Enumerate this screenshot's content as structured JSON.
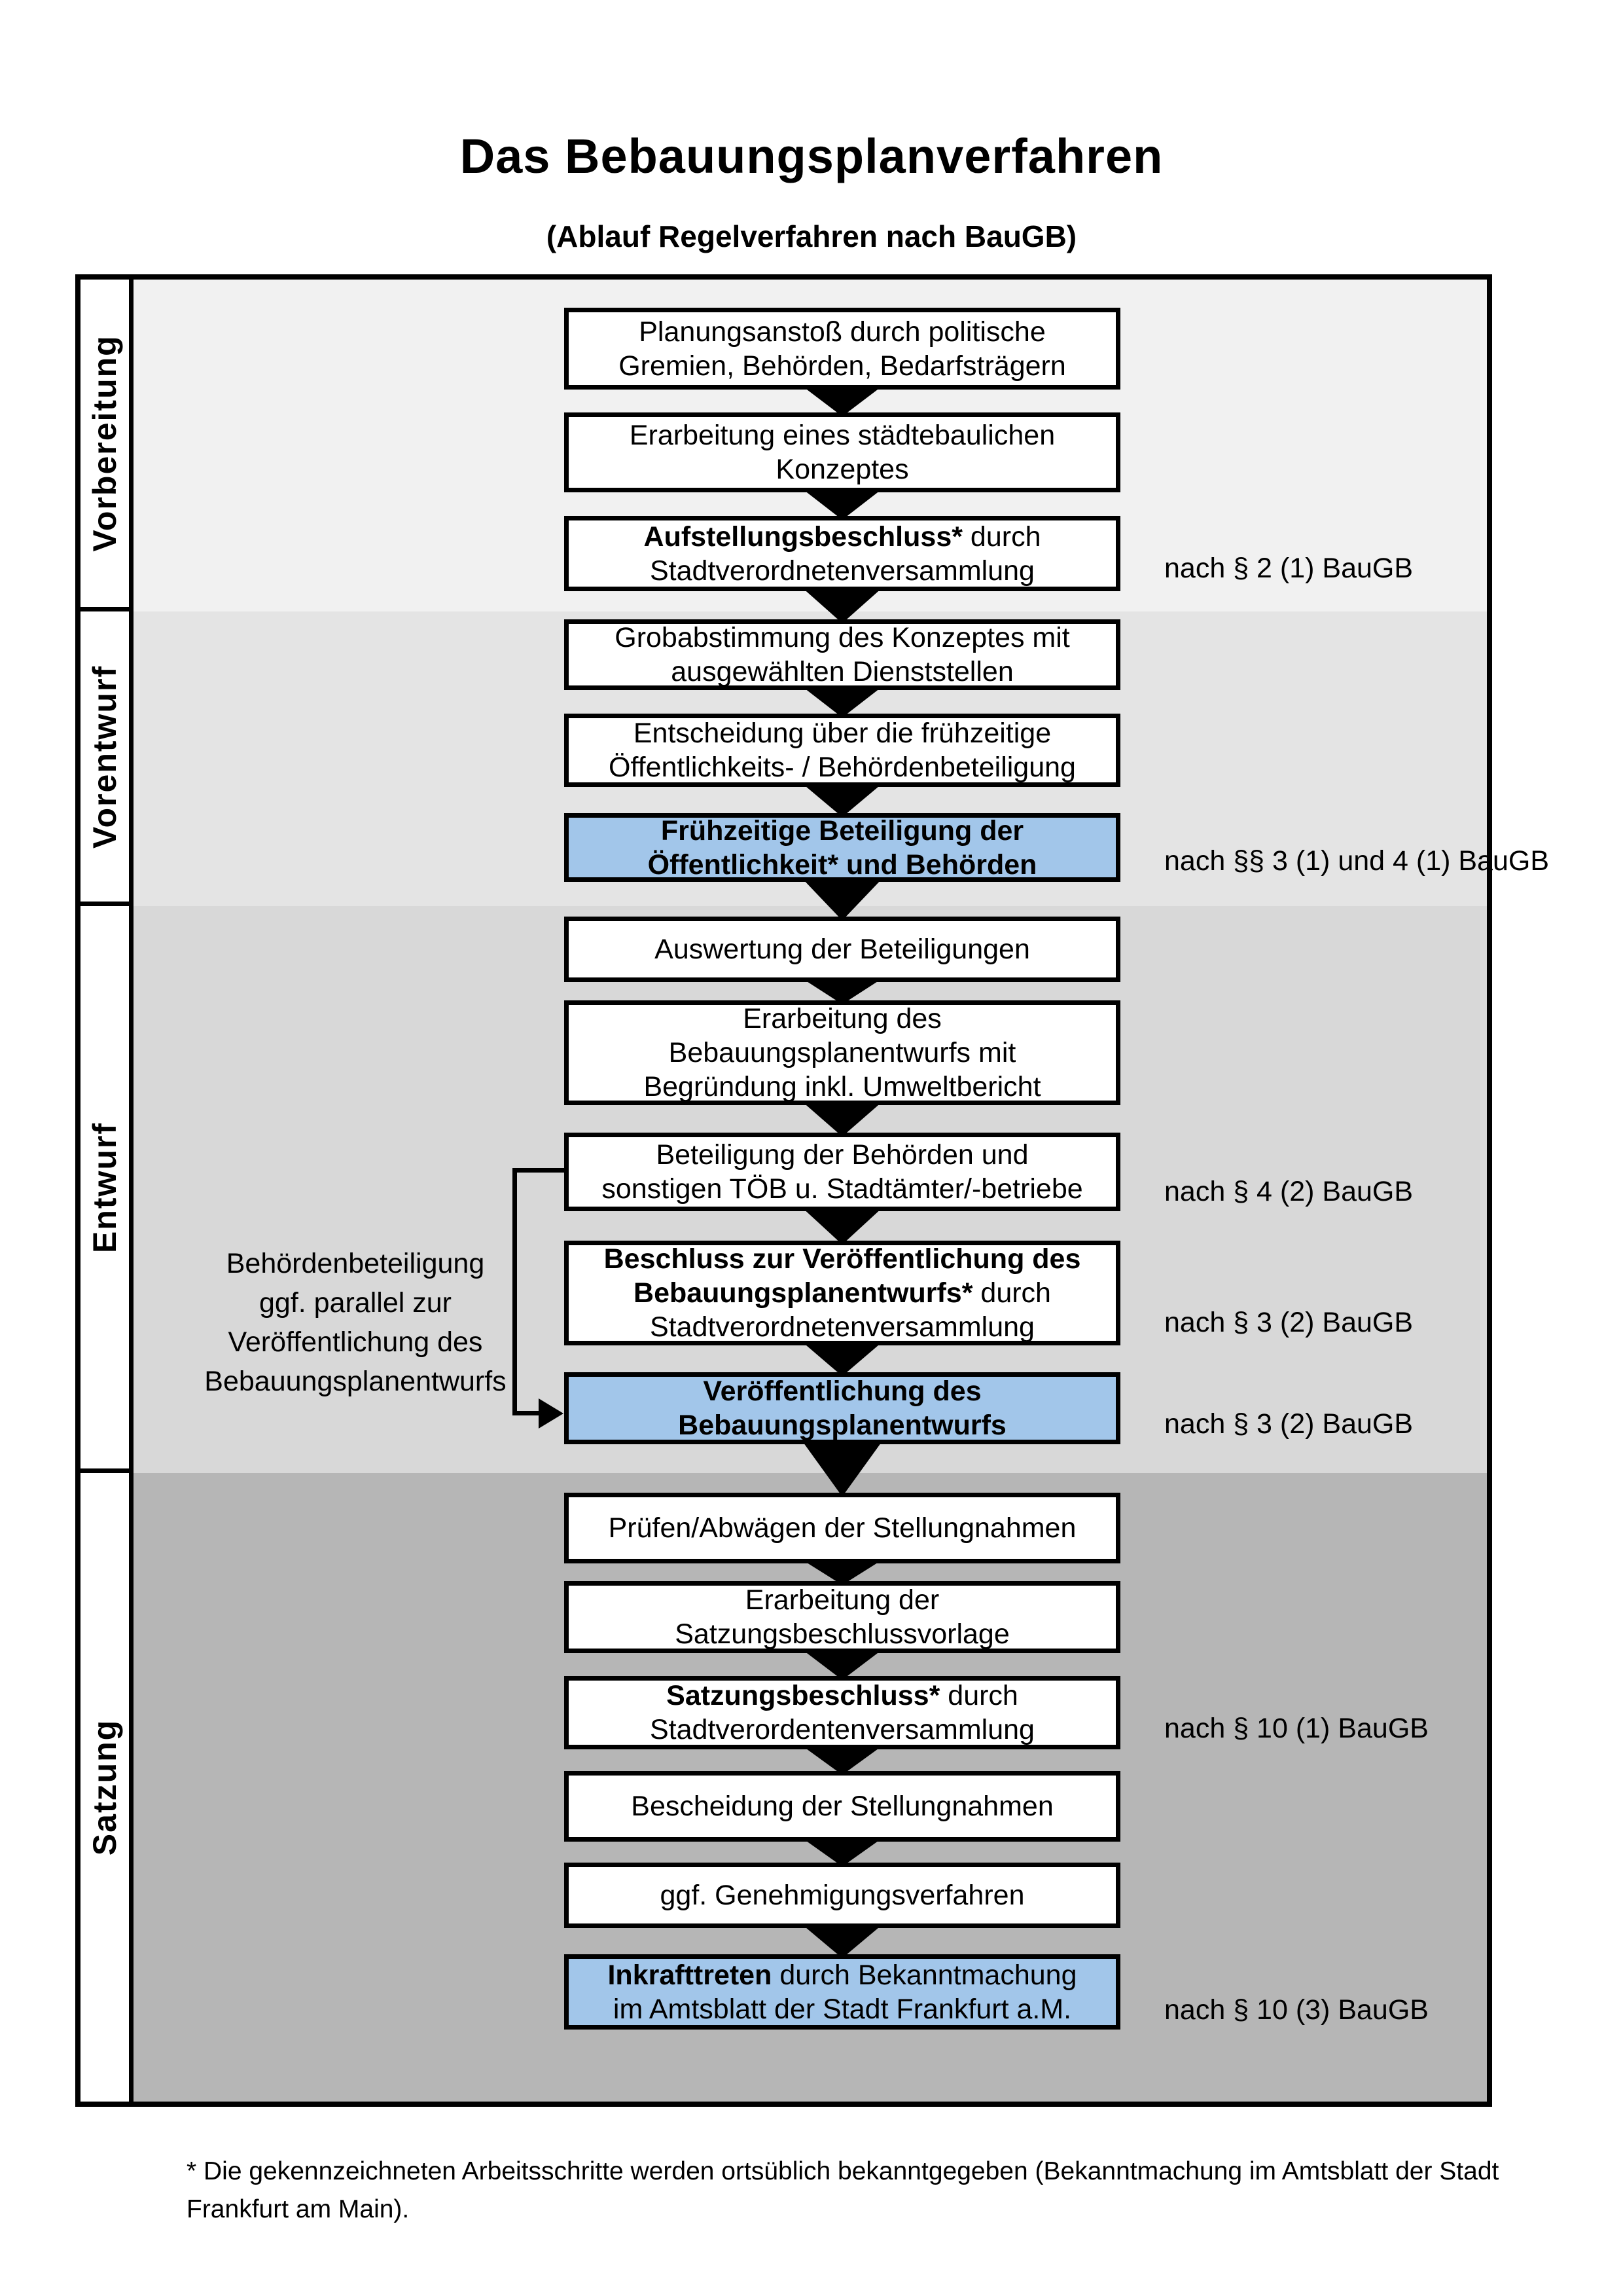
{
  "title": "Das Bebauungsplanverfahren",
  "subtitle": "(Ablauf Regelverfahren nach BauGB)",
  "phases": [
    {
      "label": "Vorbereitung"
    },
    {
      "label": "Vorentwurf"
    },
    {
      "label": "Entwurf"
    },
    {
      "label": "Satzung"
    }
  ],
  "steps": [
    {
      "bold": "",
      "text": "Planungsanstoß durch politische\nGremien, Behörden, Bedarfsträgern",
      "highlighted": false
    },
    {
      "bold": "",
      "text": "Erarbeitung eines städtebaulichen\nKonzeptes",
      "highlighted": false
    },
    {
      "bold": "Aufstellungsbeschluss*",
      "text": " durch\nStadtverordnetenversammlung",
      "highlighted": false
    },
    {
      "bold": "",
      "text": "Grobabstimmung des Konzeptes mit\nausgewählten Dienststellen",
      "highlighted": false
    },
    {
      "bold": "",
      "text": "Entscheidung über die frühzeitige\nÖffentlichkeits- / Behördenbeteiligung",
      "highlighted": false
    },
    {
      "bold": "Frühzeitige Beteiligung der\nÖffentlichkeit* und Behörden",
      "text": "",
      "highlighted": true
    },
    {
      "bold": "",
      "text": "Auswertung der Beteiligungen",
      "highlighted": false
    },
    {
      "bold": "",
      "text": "Erarbeitung des\nBebauungsplanentwurfs mit\nBegründung inkl. Umweltbericht",
      "highlighted": false
    },
    {
      "bold": "",
      "text": "Beteiligung der Behörden und\nsonstigen TÖB u. Stadtämter/-betriebe",
      "highlighted": false
    },
    {
      "bold": "Beschluss zur Veröffentlichung des\nBebauungsplanentwurfs*",
      "text": " durch\nStadtverordnetenversammlung",
      "highlighted": false
    },
    {
      "bold": "Veröffentlichung des\nBebauungsplanentwurfs",
      "text": "",
      "highlighted": true
    },
    {
      "bold": "",
      "text": "Prüfen/Abwägen der Stellungnahmen",
      "highlighted": false
    },
    {
      "bold": "",
      "text": "Erarbeitung der\nSatzungsbeschlussvorlage",
      "highlighted": false
    },
    {
      "bold": "Satzungsbeschluss*",
      "text": " durch\nStadtverordentenversammlung",
      "highlighted": false
    },
    {
      "bold": "",
      "text": "Bescheidung der Stellungnahmen",
      "highlighted": false
    },
    {
      "bold": "",
      "text": "ggf. Genehmigungsverfahren",
      "highlighted": false
    },
    {
      "bold": "Inkrafttreten",
      "text": " durch Bekanntmachung\nim Amtsblatt der Stadt Frankfurt a.M.",
      "highlighted": true
    }
  ],
  "laws": [
    {
      "text": "nach § 2 (1) BauGB"
    },
    {
      "text": "nach §§ 3 (1) und 4 (1) BauGB"
    },
    {
      "text": "nach § 4 (2) BauGB"
    },
    {
      "text": "nach § 3 (2) BauGB"
    },
    {
      "text": "nach § 3 (2) BauGB"
    },
    {
      "text": "nach § 10 (1) BauGB"
    },
    {
      "text": "nach § 10 (3) BauGB"
    }
  ],
  "side_note": "Behördenbeteiligung\nggf. parallel zur\nVeröffentlichung des\nBebauungsplanentwurfs",
  "footnote": "* Die gekennzeichneten Arbeitsschritte werden ortsüblich bekanntgegeben (Bekanntmachung im Amtsblatt  der Stadt\nFrankfurt am Main).",
  "colors": {
    "highlight": "#a2c6ea",
    "phase_1": "#f1f1f1",
    "phase_2": "#e4e4e4",
    "phase_3": "#d8d8d8",
    "phase_4": "#b6b6b6"
  }
}
